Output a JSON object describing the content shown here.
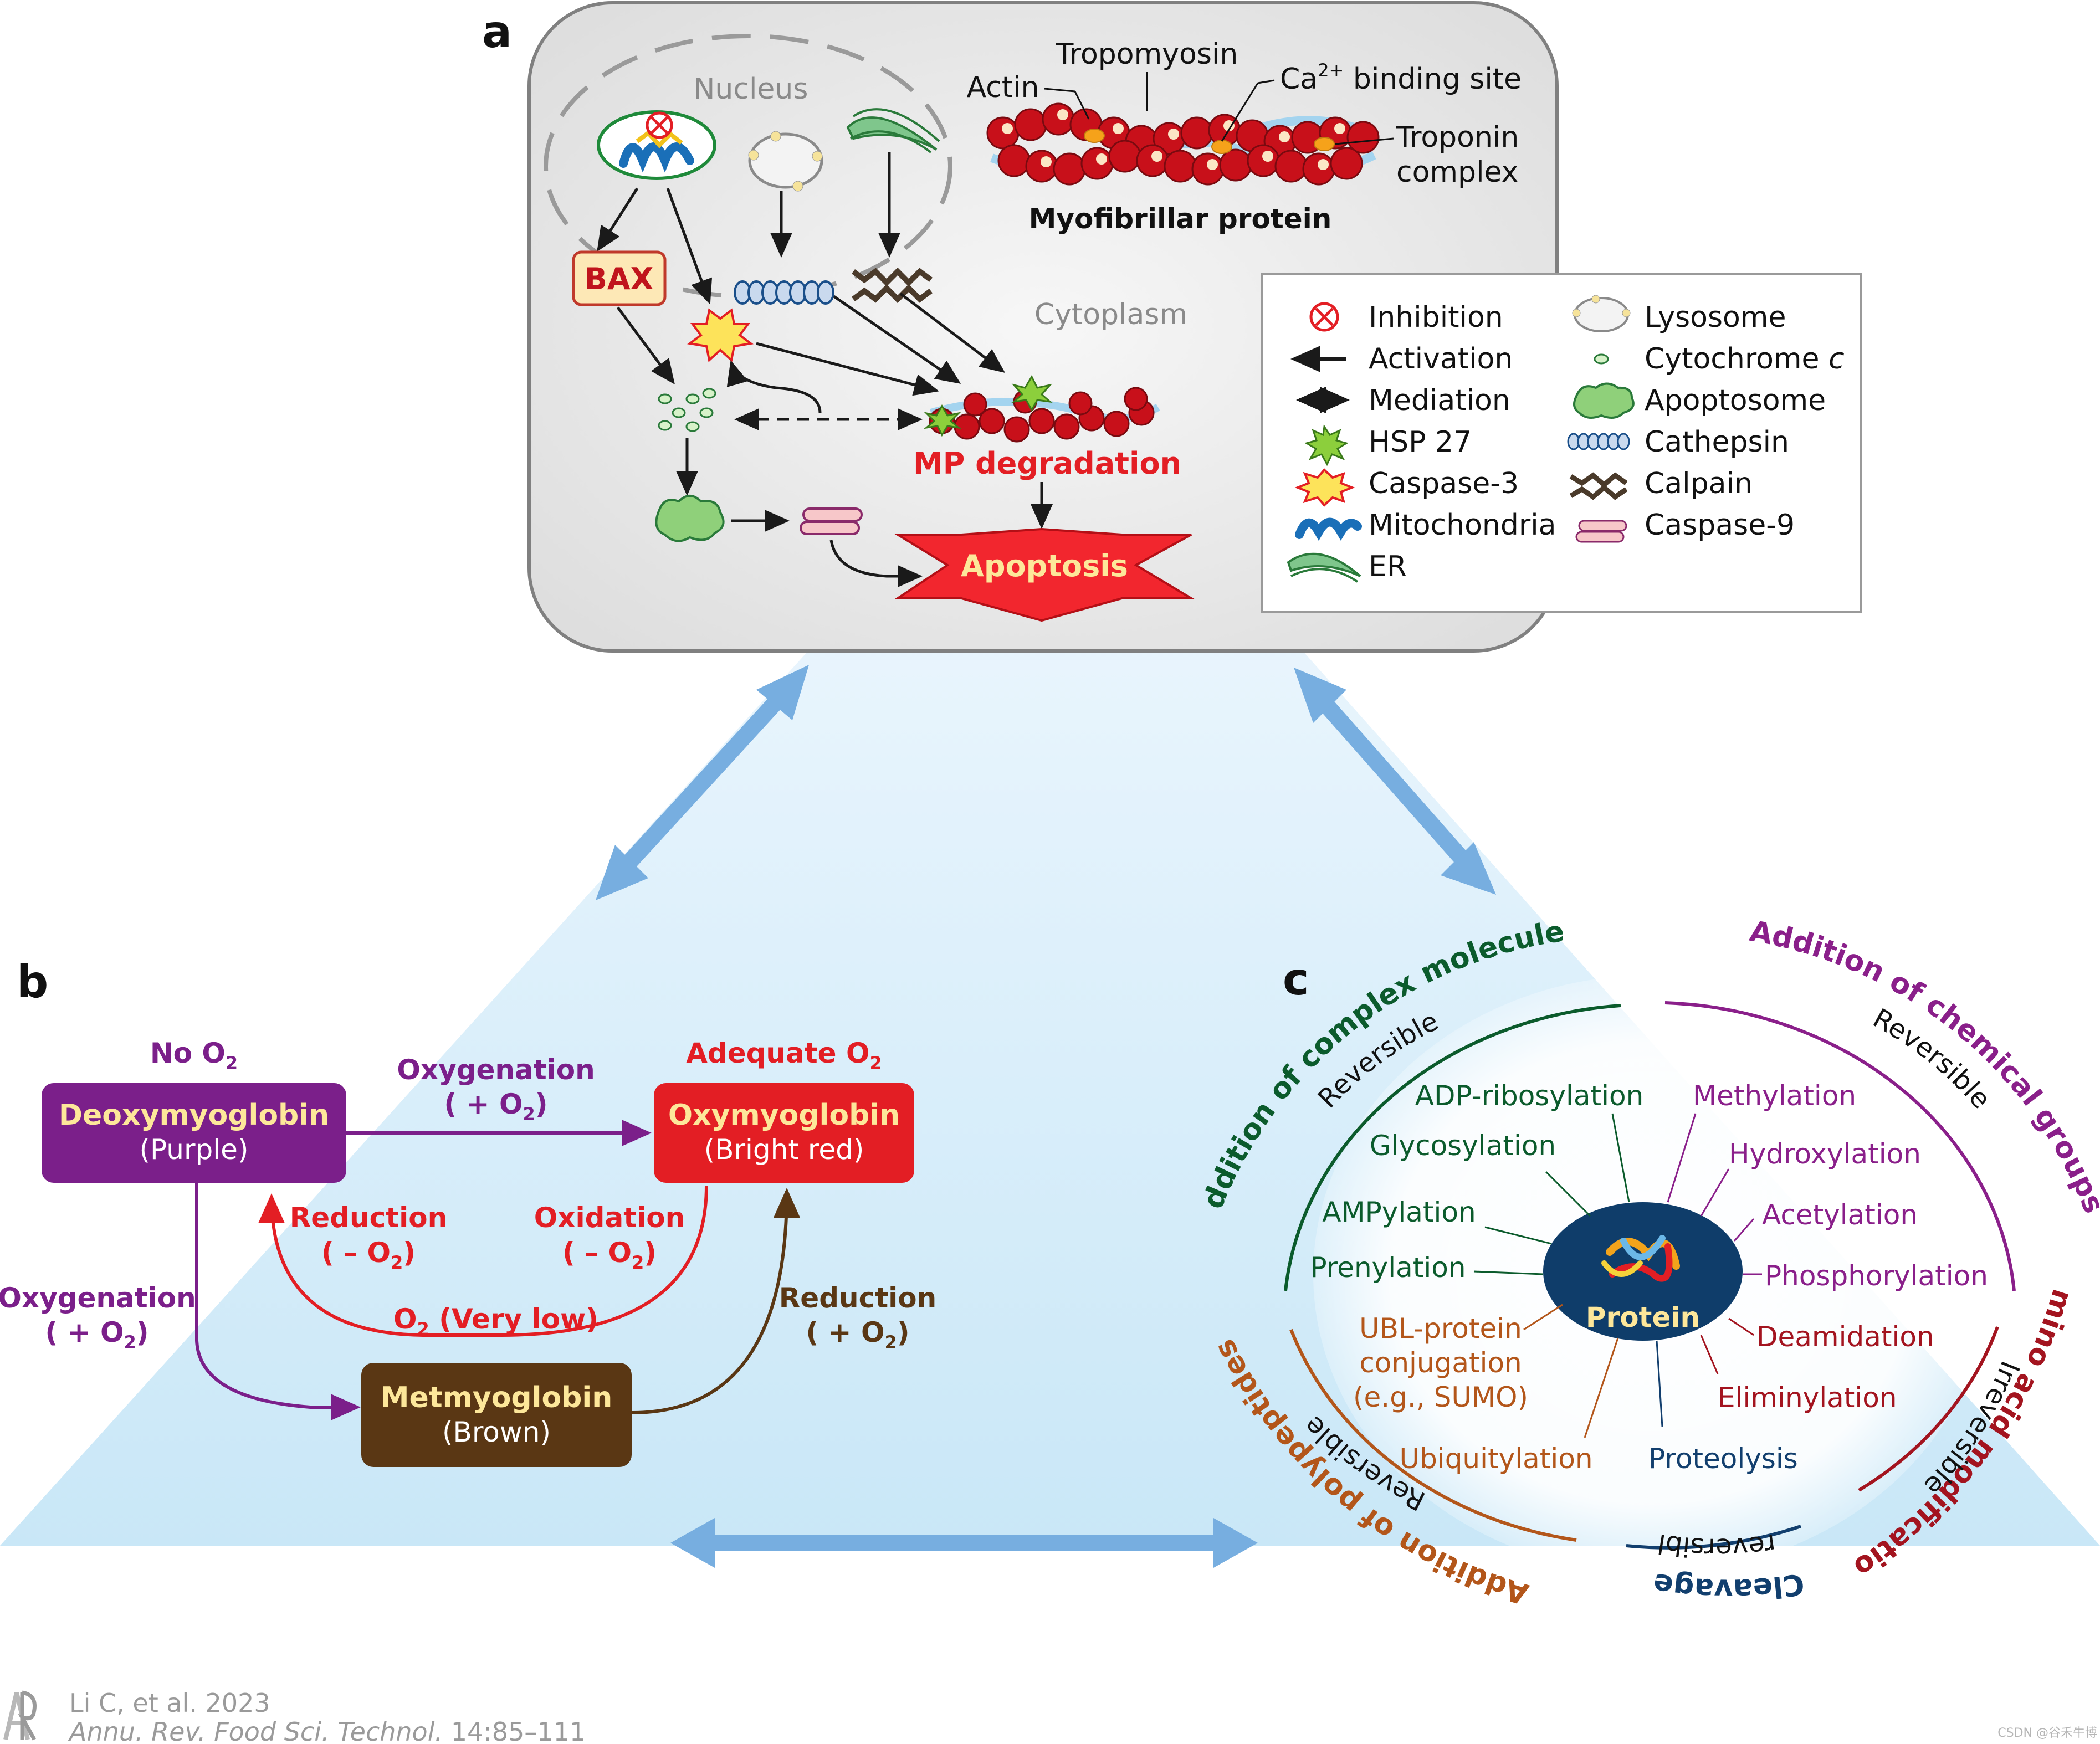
{
  "panel_labels": {
    "a": "a",
    "b": "b",
    "c": "c"
  },
  "panel_a": {
    "nucleus": "Nucleus",
    "cytoplasm": "Cytoplasm",
    "bax": "BAX",
    "mp_degradation": "MP degradation",
    "apoptosis": "Apoptosis",
    "myofibrillar": {
      "actin": "Actin",
      "tropomyosin": "Tropomyosin",
      "ca_prefix": "Ca",
      "ca_sup": "2+",
      "ca_suffix": " binding site",
      "troponin_1": "Troponin",
      "troponin_2": "complex",
      "title": "Myofibrillar protein"
    },
    "legend": {
      "inhibition": "Inhibition",
      "activation": "Activation",
      "mediation": "Mediation",
      "hsp27": "HSP 27",
      "caspase3": "Caspase-3",
      "mitochondria": "Mitochondria",
      "er": "ER",
      "lysosome": "Lysosome",
      "cytochrome": "Cytochrome ",
      "cytochrome_c": "c",
      "apoptosome": "Apoptosome",
      "cathepsin": "Cathepsin",
      "calpain": "Calpain",
      "caspase9": "Caspase-9"
    }
  },
  "panel_b": {
    "no_o2": "No O",
    "adequate_o2": "Adequate O",
    "sub2": "2",
    "deoxy_name": "Deoxymyoglobin",
    "deoxy_color": "(Purple)",
    "oxy_name": "Oxymyoglobin",
    "oxy_color": "(Bright red)",
    "met_name": "Metmyoglobin",
    "met_color": "(Brown)",
    "oxygenation_top": "Oxygenation",
    "oxygenation_top_paren_open": "( + O",
    "paren_close": ")",
    "oxygenation_left": "Oxygenation",
    "plus_o2_open": "( + O",
    "minus_o2_open": "( – O",
    "reduction_red": "Reduction",
    "oxidation": "Oxidation",
    "very_low_prefix": "O",
    "very_low_suffix": " (Very low)",
    "reduction_brown": "Reduction",
    "colors": {
      "deoxy": "#7b1f8a",
      "oxy": "#e31e24",
      "met": "#5a3714",
      "label_yellow": "#fde79a"
    }
  },
  "panel_c": {
    "protein": "Protein",
    "arc_complex": "Addition of complex molecules",
    "arc_chemical": "Addition of chemical groups",
    "arc_amino": "Amino acid modification",
    "arc_cleavage": "Cleavage",
    "arc_polypeptides": "Addition of polypeptides",
    "reversible": "Reversible",
    "irreversible": "Irreversible",
    "items": {
      "adp": "ADP-ribosylation",
      "glyco": "Glycosylation",
      "ampy": "AMPylation",
      "prenyl": "Prenylation",
      "methyl": "Methylation",
      "hydroxy": "Hydroxylation",
      "acetyl": "Acetylation",
      "phospho": "Phosphorylation",
      "deamid": "Deamidation",
      "elimin": "Eliminylation",
      "proteo": "Proteolysis",
      "ubiq": "Ubiquitylation",
      "ubl1": "UBL-protein",
      "ubl2": "conjugation",
      "ubl3": "(e.g., SUMO)"
    },
    "colors": {
      "green": "#0b5b2c",
      "purple": "#8a1f8a",
      "red": "#a3141f",
      "navy": "#123f6e",
      "orange": "#b3561a"
    }
  },
  "citation": {
    "line1": "Li C, et al. 2023",
    "line2_italic": "Annu. Rev. Food Sci. Technol.",
    "line2_rest": " 14:85–111",
    "logo": "AR"
  },
  "watermark": "CSDN @谷禾牛博"
}
